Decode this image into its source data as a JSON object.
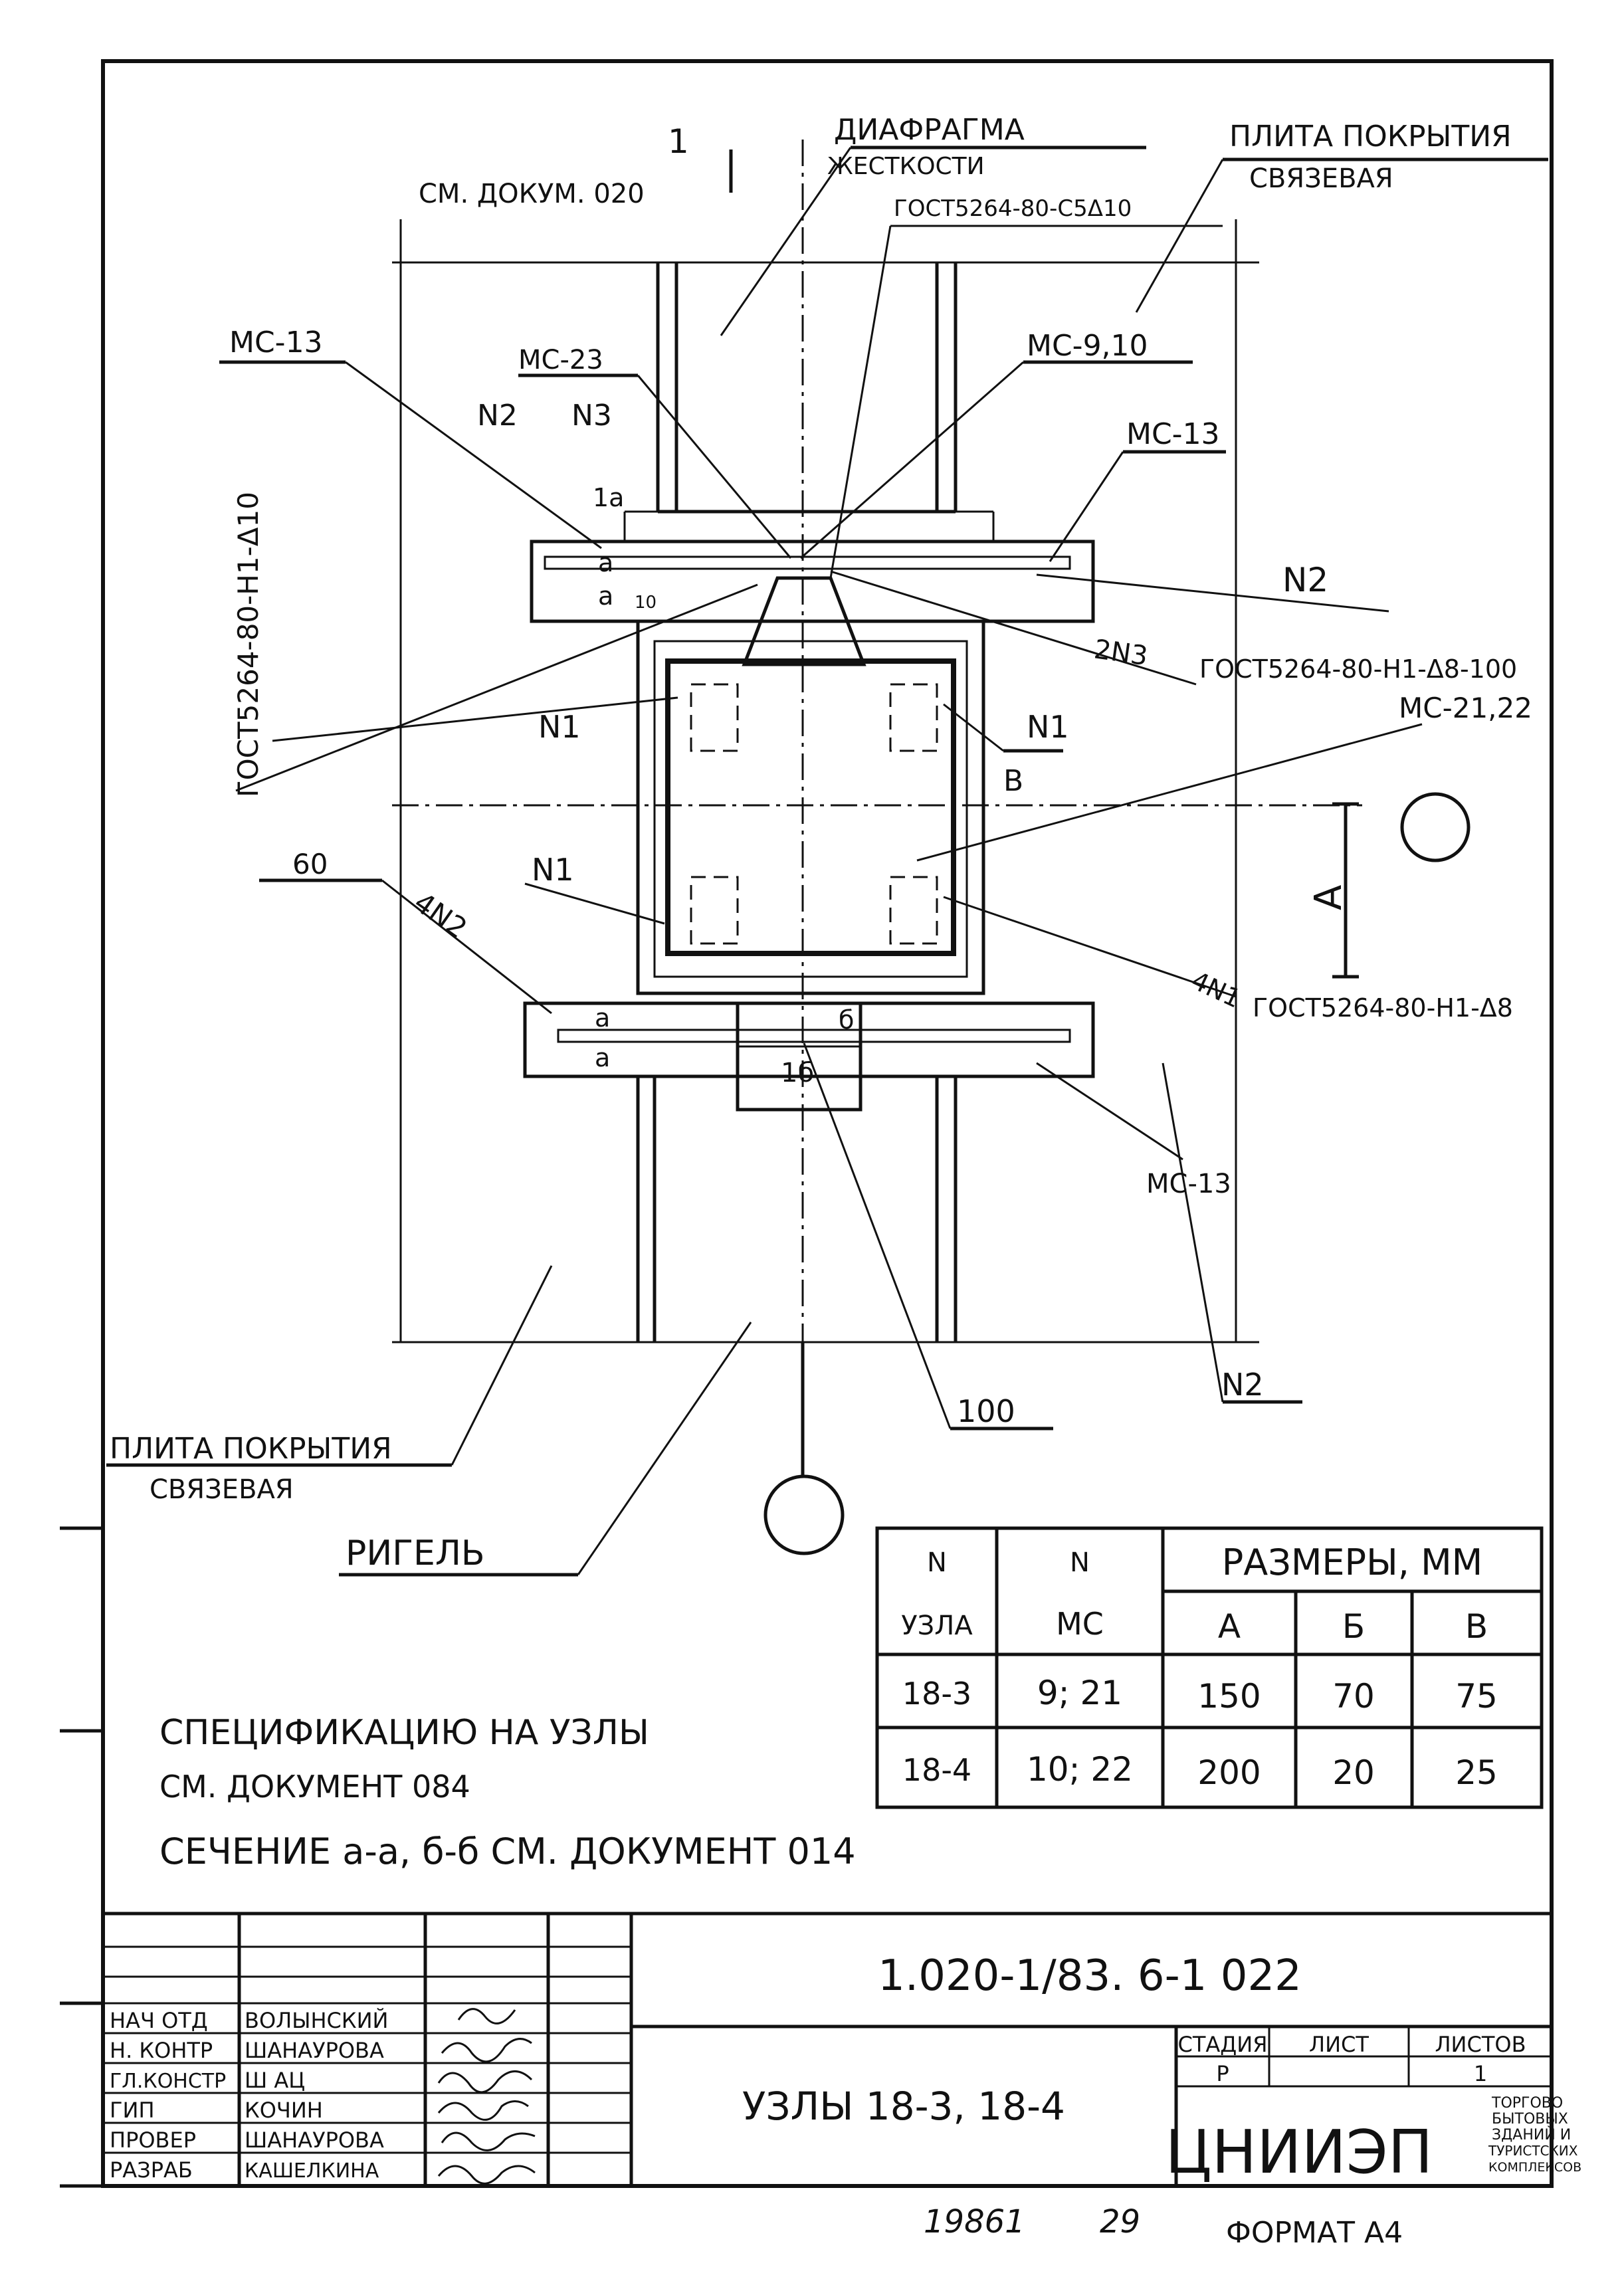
{
  "callouts": {
    "diaphragm_l1": "ДИАФРАГМА",
    "diaphragm_l2": "ЖЕСТКОСТИ",
    "slab_top_l1": "ПЛИТА ПОКРЫТИЯ",
    "slab_top_l2": "СВЯЗЕВАЯ",
    "section_mark": "1",
    "see_doc": "СМ. ДОКУМ. 020",
    "gost_top": "ГОСТ5264-80-С5Δ10",
    "mc13_a": "МС-13",
    "mc23": "МС-23",
    "mc910": "МС-9,10",
    "mc13_b": "МС-13",
    "n2_a": "N2",
    "n3": "N3",
    "n2_b": "N2",
    "gost_left": "ГОСТ5264-80-Н1-Δ10",
    "two_n3": "2N3",
    "gost_right1": "ГОСТ5264-80-Н1-Δ8-100",
    "n1_a": "N1",
    "n1_b": "N1",
    "mc2122": "МС-21,22",
    "b_label": "В",
    "n1_c": "N1",
    "dim_60": "60",
    "four_n2": "4N2",
    "a_label": "А",
    "four_n1": "4N1",
    "gost_right2": "ГОСТ5264-80-Н1-Δ8",
    "sec_a1": "а",
    "sec_a2": "а",
    "sec_a3": "а",
    "sec_a4": "а",
    "sec_a5": "1а",
    "sec_b1": "б",
    "sec_b2": "1б",
    "num_10": "10",
    "mc13_c": "МС-13",
    "n2_c": "N2",
    "dim_100": "100",
    "slab_bot_l1": "ПЛИТА ПОКРЫТИЯ",
    "slab_bot_l2": "СВЯЗЕВАЯ",
    "rigel": "РИГЕЛЬ"
  },
  "notes": {
    "spec_l1": "СПЕЦИФИКАЦИЮ НА УЗЛЫ",
    "spec_l2": "СМ. ДОКУМЕНТ 084",
    "sections": "СЕЧЕНИЕ а-а, б-б СМ. ДОКУМЕНТ 014"
  },
  "table": {
    "h_n1": "N",
    "h_node": "УЗЛА",
    "h_n2": "N",
    "h_mc": "МС",
    "h_sizes": "РАЗМЕРЫ, ММ",
    "h_a": "А",
    "h_b": "Б",
    "h_v": "В",
    "rows": [
      {
        "node": "18-3",
        "mc": "9; 21",
        "a": "150",
        "b": "70",
        "v": "75"
      },
      {
        "node": "18-4",
        "mc": "10; 22",
        "a": "200",
        "b": "20",
        "v": "25"
      }
    ]
  },
  "title_block": {
    "code": "1.020-1/83. 6-1 022",
    "title": "УЗЛЫ 18-3, 18-4",
    "stage_h": "СТАДИЯ",
    "sheet_h": "ЛИСТ",
    "sheets_h": "ЛИСТОВ",
    "stage": "Р",
    "sheet": "1",
    "org": "ЦНИИЭП",
    "org_desc": [
      "ТОРГОВО",
      "БЫТОВЫХ",
      "ЗДАНИЙ И",
      "ТУРИСТСКИХ",
      "КОМПЛЕКСОВ"
    ],
    "roles": [
      {
        "role": "НАЧ ОТД",
        "name": "ВОЛЫНСКИЙ"
      },
      {
        "role": "Н. КОНТР",
        "name": "ШАНАУРОВА"
      },
      {
        "role": "ГЛ.КОНСТР",
        "name": "Ш АЦ"
      },
      {
        "role": "ГИП",
        "name": "КОЧИН"
      },
      {
        "role": "ПРОВЕР",
        "name": "ШАНАУРОВА"
      },
      {
        "role": "РАЗРАБ",
        "name": "КАШЕЛКИНА"
      }
    ]
  },
  "footer": {
    "inv": "19861",
    "num": "29",
    "format": "ФОРМАТ А4"
  }
}
